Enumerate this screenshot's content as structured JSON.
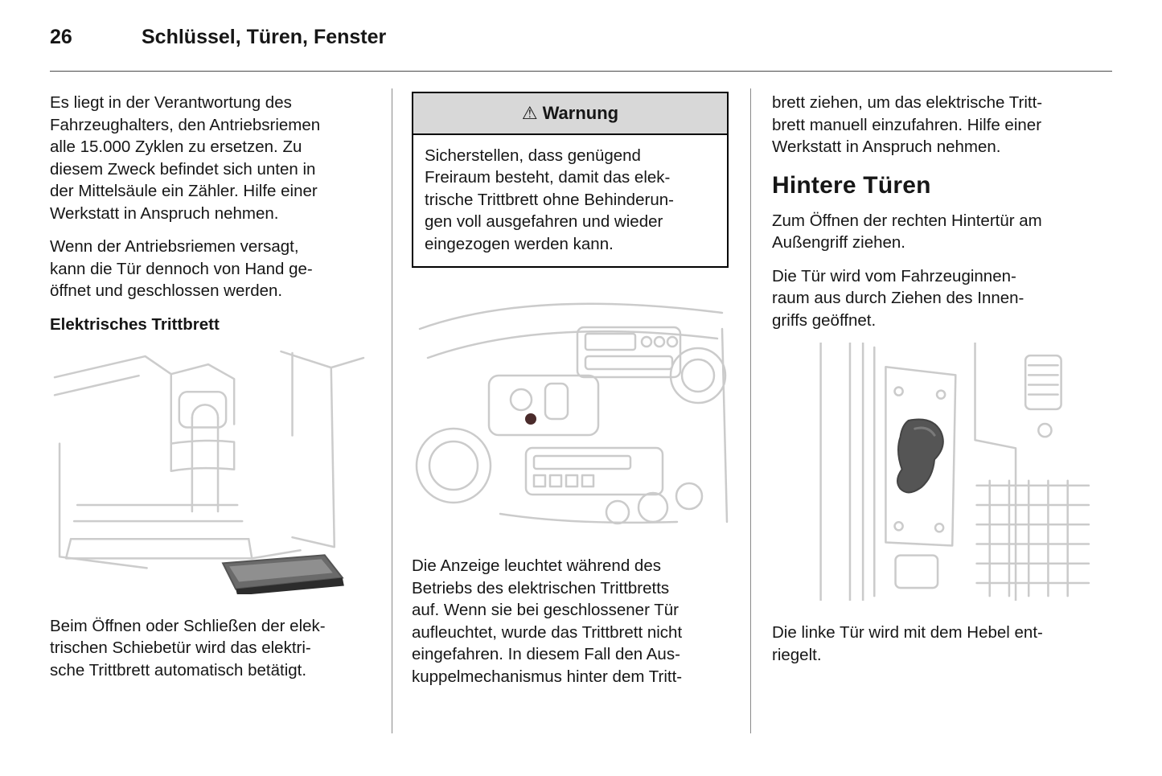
{
  "page": {
    "number": "26",
    "title": "Schlüssel, Türen, Fenster"
  },
  "col1": {
    "p1": "Es liegt in der Verantwortung des\nFahrzeughalters, den Antriebsriemen\nalle 15.000 Zyklen zu ersetzen. Zu\ndiesem Zweck befindet sich unten in\nder Mittelsäule ein Zähler. Hilfe einer\nWerkstatt in Anspruch nehmen.",
    "p2": "Wenn der Antriebsriemen versagt,\nkann die Tür dennoch von Hand ge-\nöffnet und geschlossen werden.",
    "subheading": "Elektrisches Trittbrett",
    "figure_name": "van-sliding-door-step-illustration",
    "p3": "Beim Öffnen oder Schließen der elek-\ntrischen Schiebetür wird das elektri-\nsche Trittbrett automatisch betätigt."
  },
  "col2": {
    "warning": {
      "icon_glyph": "⚠",
      "title": "Warnung",
      "body": "Sicherstellen, dass genügend\nFreiraum besteht, damit das elek-\ntrische Trittbrett ohne Behinderun-\ngen voll ausgefahren und wieder\neingezogen werden kann."
    },
    "figure_name": "dashboard-step-indicator-illustration",
    "indicator_color": "#4a2b2b",
    "p1": "Die Anzeige leuchtet während des\nBetriebs des elektrischen Trittbretts\nauf. Wenn sie bei geschlossener Tür\naufleuchtet, wurde das Trittbrett nicht\neingefahren. In diesem Fall den Aus-\nkuppelmechanismus hinter dem Tritt-"
  },
  "col3": {
    "p1": "brett ziehen, um das elektrische Tritt-\nbrett manuell einzufahren. Hilfe einer\nWerkstatt in Anspruch nehmen.",
    "heading": "Hintere Türen",
    "p2": "Zum Öffnen der rechten Hintertür am\nAußengriff ziehen.",
    "p3": "Die Tür wird vom Fahrzeuginnen-\nraum aus durch Ziehen des Innen-\ngriffs geöffnet.",
    "figure_name": "rear-door-interior-handle-illustration",
    "p4": "Die linke Tür wird mit dem Hebel ent-\nriegelt."
  }
}
